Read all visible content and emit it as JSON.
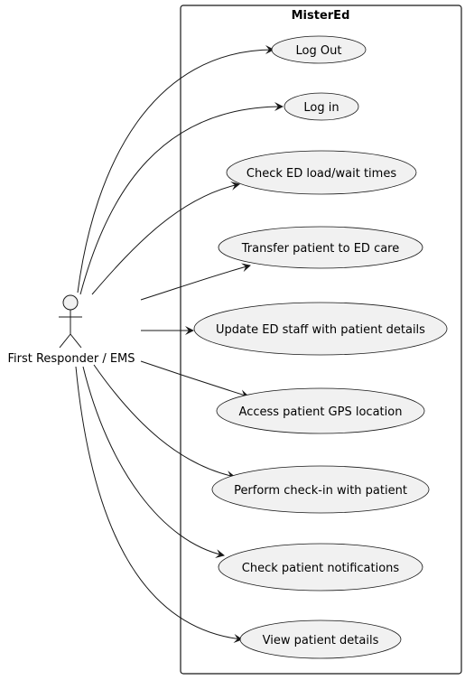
{
  "system": {
    "title": "MisterEd"
  },
  "actor": {
    "label": "First Responder / EMS"
  },
  "use_cases": [
    {
      "id": "logout",
      "label": "Log Out"
    },
    {
      "id": "login",
      "label": "Log in"
    },
    {
      "id": "check-ed-load",
      "label": "Check ED load/wait times"
    },
    {
      "id": "transfer-patient",
      "label": "Transfer patient to ED care"
    },
    {
      "id": "update-ed-staff",
      "label": "Update ED staff with patient details"
    },
    {
      "id": "access-gps",
      "label": "Access patient GPS location"
    },
    {
      "id": "check-in",
      "label": "Perform check-in with patient"
    },
    {
      "id": "check-notifications",
      "label": "Check patient notifications"
    },
    {
      "id": "view-details",
      "label": "View patient details"
    }
  ],
  "colors": {
    "usecase_fill": "#f1f1f1",
    "stroke": "#181818",
    "background": "#ffffff"
  }
}
